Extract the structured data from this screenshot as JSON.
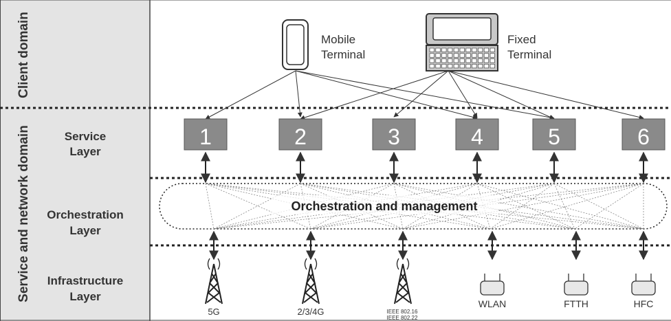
{
  "domains": {
    "client": "Client domain",
    "service_network": "Service and network domain"
  },
  "layers": {
    "service": [
      "Service",
      "Layer"
    ],
    "orchestration": [
      "Orchestration",
      "Layer"
    ],
    "infrastructure": [
      "Infrastructure",
      "Layer"
    ]
  },
  "terminals": {
    "mobile": [
      "Mobile",
      "Terminal"
    ],
    "fixed": [
      "Fixed",
      "Terminal"
    ]
  },
  "services": [
    "1",
    "2",
    "3",
    "4",
    "5",
    "6"
  ],
  "orchestration_label": "Orchestration and management",
  "infrastructure": {
    "towers": [
      "5G",
      "2/3/4G"
    ],
    "ieee_lines": [
      "IEEE 802.16",
      "IEEE 802.22"
    ],
    "routers": [
      "WLAN",
      "FTTH",
      "HFC"
    ]
  },
  "colors": {
    "service_box": "#8a8a8a",
    "domain_column": "#e4e4e4"
  }
}
